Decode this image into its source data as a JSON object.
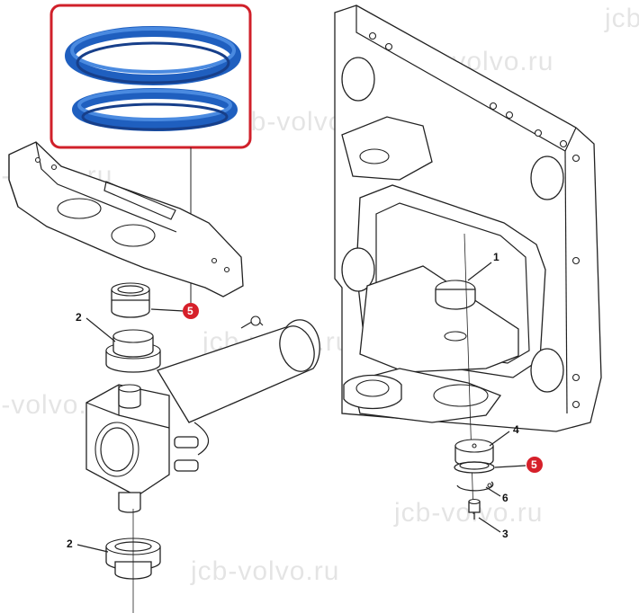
{
  "watermark": "jcb-volvo.ru",
  "callouts": {
    "frame_1": "1",
    "bushing_upper_2": "2",
    "bushing_lower_2": "2",
    "bolt_3": "3",
    "spacer_4": "4",
    "seal_5_left": "5",
    "seal_5_right": "5",
    "circlip_6": "6"
  },
  "colors": {
    "highlight_border": "#d0202a",
    "seal_blue": "#1f5fbf",
    "seal_blue_light": "#4a8ae0",
    "badge_red": "#d6202a",
    "line": "#222222"
  },
  "icons": {
    "seal": "seal-ring-icon"
  }
}
